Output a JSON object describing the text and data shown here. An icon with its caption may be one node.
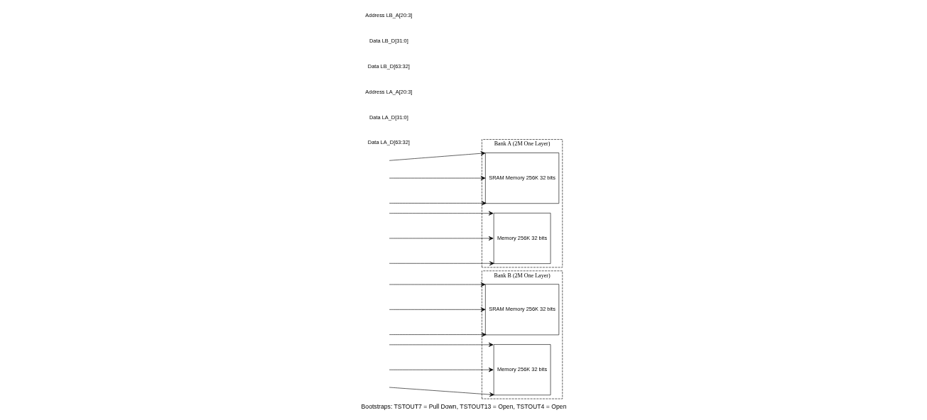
{
  "diagram": {
    "nodes": [
      {
        "text": [
          "Bank A (2M One Layer)"
        ]
      },
      {
        "text": [
          "SRAM Memory 256K 32 bits"
        ],
        "in": 0
      },
      {
        "text": [
          "Memory 256K 32 bits"
        ],
        "in": 0
      },
      {
        "text": [
          "Bank B (2M One Layer)"
        ]
      },
      {
        "text": [
          "SRAM Memory 256K 32 bits"
        ],
        "in": 3
      },
      {
        "text": [
          "Memory 256K 32 bits"
        ],
        "in": 3
      }
    ],
    "edges": [
      {
        "from": null,
        "to": 2,
        "arrow": "to"
      },
      {
        "from": null,
        "to": 1,
        "arrow": "to"
      },
      {
        "from": null,
        "to": 1,
        "arrow": "to"
      },
      {
        "from": null,
        "to": 2,
        "arrow": "to"
      },
      {
        "from": null,
        "to": 1,
        "arrow": "to"
      },
      {
        "from": null,
        "to": 2,
        "arrow": "to"
      },
      {
        "from": null,
        "to": 5,
        "arrow": "to"
      },
      {
        "from": null,
        "to": 4,
        "arrow": "to"
      },
      {
        "from": null,
        "to": 4,
        "arrow": "to"
      },
      {
        "from": null,
        "to": 5,
        "arrow": "to"
      },
      {
        "from": null,
        "to": 4,
        "arrow": "to"
      },
      {
        "from": null,
        "to": 5,
        "arrow": "to"
      }
    ],
    "labels": [
      "Data LA_D[63:32]",
      "Data LA_D[31:0]",
      "Address LA_A[20:3]",
      "Data LB_D[63:32]",
      "Data LB_D[31:0]",
      "Address LB_A[20:3]"
    ],
    "caption": "Bootstraps: TSTOUT7 = Pull Down, TSTOUT13 = Open, TSTOUT4 = Open"
  }
}
